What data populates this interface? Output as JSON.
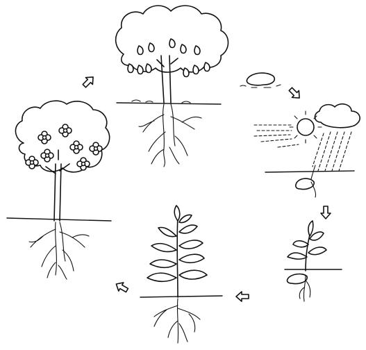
{
  "diagram": {
    "stages": [
      {
        "id": "fruiting-tree"
      },
      {
        "id": "seed"
      },
      {
        "id": "germination"
      },
      {
        "id": "seedling"
      },
      {
        "id": "young-plant"
      },
      {
        "id": "flowering-tree"
      }
    ],
    "arrows": [
      {
        "from": "flowering-tree",
        "to": "fruiting-tree"
      },
      {
        "from": "seed",
        "to": "germination"
      },
      {
        "from": "germination",
        "to": "seedling"
      },
      {
        "from": "seedling",
        "to": "young-plant"
      },
      {
        "from": "young-plant",
        "to": "flowering-tree"
      }
    ],
    "style": {
      "ink": "#111111",
      "background": "#ffffff"
    }
  }
}
